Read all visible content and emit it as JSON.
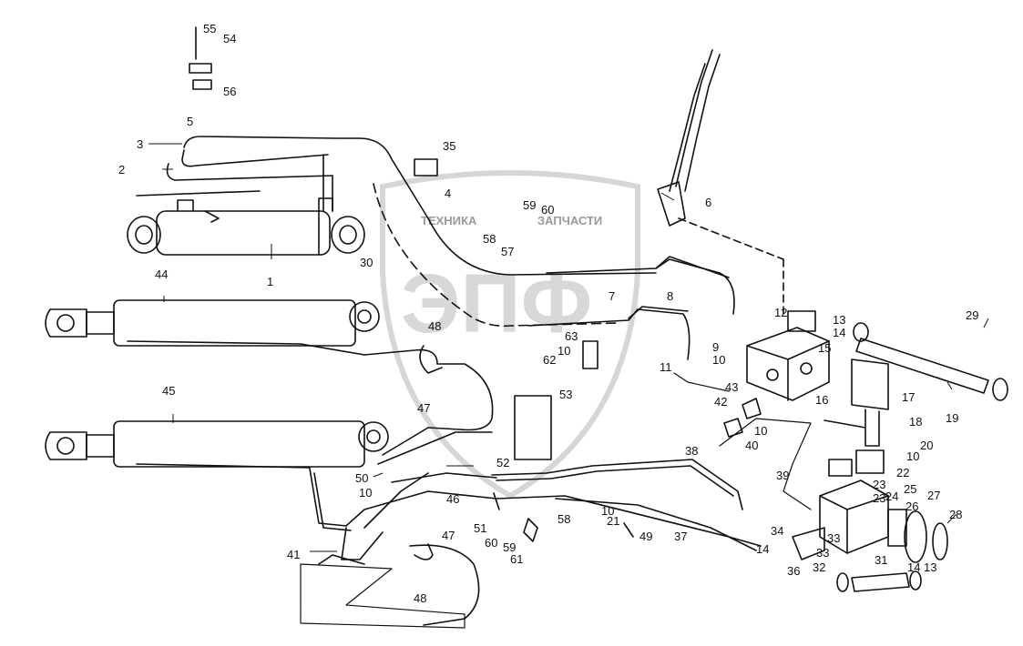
{
  "watermark": {
    "logo_text": "ЭПФ",
    "left_text": "ТЕХНИКА",
    "right_text": "ЗАПЧАСТИ"
  },
  "callouts": [
    "1",
    "2",
    "3",
    "4",
    "5",
    "6",
    "7",
    "8",
    "9",
    "10",
    "11",
    "12",
    "13",
    "14",
    "15",
    "16",
    "17",
    "18",
    "19",
    "20",
    "21",
    "22",
    "23",
    "24",
    "25",
    "26",
    "27",
    "28",
    "29",
    "30",
    "31",
    "32",
    "33",
    "34",
    "35",
    "36",
    "37",
    "38",
    "39",
    "40",
    "41",
    "42",
    "43",
    "44",
    "45",
    "46",
    "47",
    "48",
    "49",
    "50",
    "51",
    "52",
    "53",
    "54",
    "55",
    "56",
    "57",
    "58",
    "59",
    "60",
    "61",
    "62",
    "63"
  ],
  "colors": {
    "line": "#111111",
    "watermark": "#d0d0d0",
    "background": "#ffffff"
  }
}
